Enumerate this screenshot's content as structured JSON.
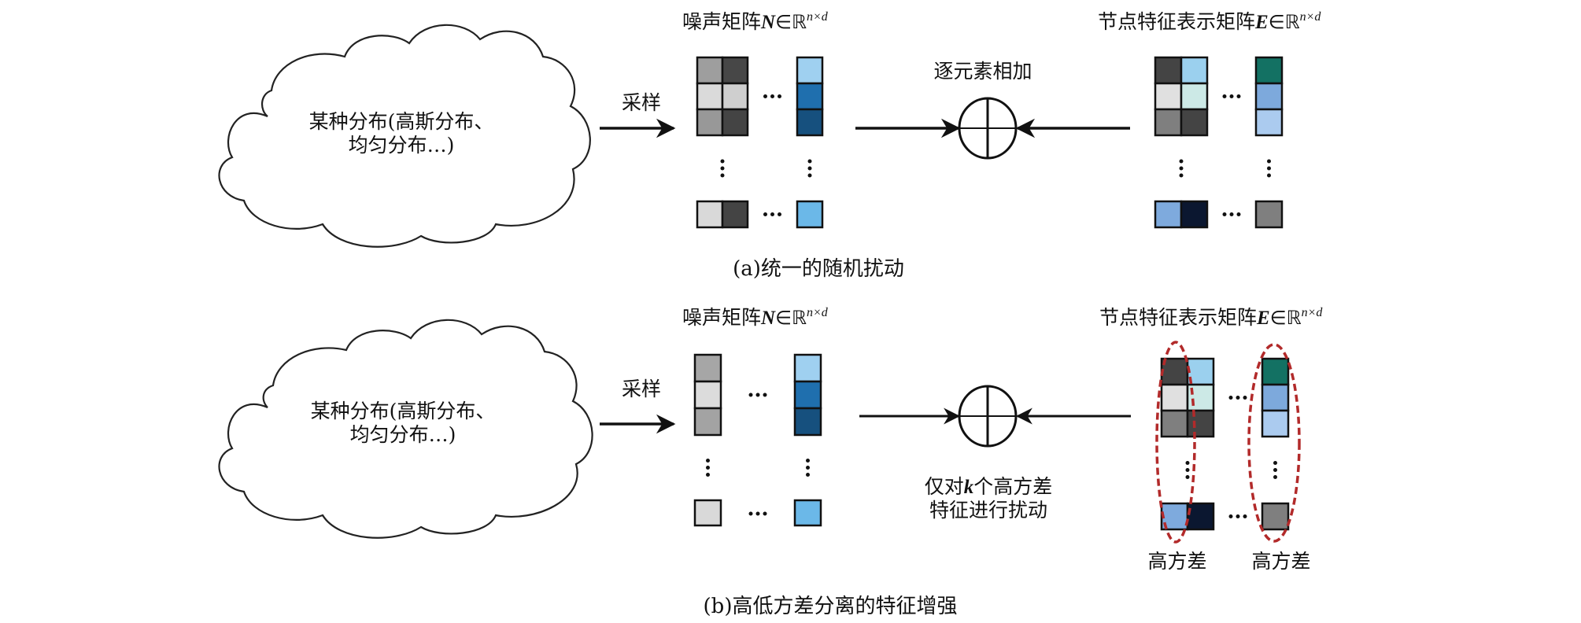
{
  "panels": [
    {
      "id": "a",
      "caption": "(a)统一的随机扰动",
      "cloud_text_line1": "某种分布(高斯分布、",
      "cloud_text_line2": "均匀分布…)",
      "sample_label": "采样",
      "noise_title": {
        "prefix": "噪声矩阵",
        "symbol": "N",
        "in": "∈",
        "set": "ℝ",
        "sup": "n×d"
      },
      "feature_title": {
        "prefix": "节点特征表示矩阵",
        "symbol": "E",
        "in": "∈",
        "set": "ℝ",
        "sup": "n×d"
      },
      "op_label": "逐元素相加",
      "noise_matrix": {
        "top_left": [
          [
            "#9e9e9e",
            "#474747"
          ],
          [
            "#dadada",
            "#cfcfcf"
          ],
          [
            "#989898",
            "#444444"
          ]
        ],
        "top_right": [
          "#9fd0f0",
          "#1f6fae",
          "#16507e"
        ],
        "bottom_left": [
          "#d9d9d9",
          "#444444"
        ],
        "bottom_right": "#6bb8e8"
      },
      "feature_matrix": {
        "top_left": [
          [
            "#444444",
            "#9bd0ee"
          ],
          [
            "#e0e0e0",
            "#cce9e6"
          ],
          [
            "#7f7f7f",
            "#444444"
          ]
        ],
        "top_right": [
          "#137163",
          "#7da9dc",
          "#abcbef"
        ],
        "bottom_left": [
          "#7eaadd",
          "#0b1730"
        ],
        "bottom_right": "#7f7f7f"
      }
    },
    {
      "id": "b",
      "caption": "(b)高低方差分离的特征增强",
      "cloud_text_line1": "某种分布(高斯分布、",
      "cloud_text_line2": "均匀分布…)",
      "sample_label": "采样",
      "noise_title": {
        "prefix": "噪声矩阵",
        "symbol": "N",
        "in": "∈",
        "set": "ℝ",
        "sup": "n×d"
      },
      "feature_title": {
        "prefix": "节点特征表示矩阵",
        "symbol": "E",
        "in": "∈",
        "set": "ℝ",
        "sup": "n×d"
      },
      "op_label_line1_a": "仅对",
      "op_label_line1_k": "k",
      "op_label_line1_b": "个高方差",
      "op_label_line2": "特征进行扰动",
      "high_variance_label": "高方差",
      "noise_matrix": {
        "top_left": [
          "#a6a6a6",
          "#dcdcdc",
          "#a3a3a3"
        ],
        "top_right": [
          "#9fd0f0",
          "#1f6fae",
          "#16507e"
        ],
        "bottom_left": "#d9d9d9",
        "bottom_right": "#6bb8e8"
      },
      "feature_matrix": {
        "top_left": [
          [
            "#444444",
            "#9bd0ee"
          ],
          [
            "#e0e0e0",
            "#cce9e6"
          ],
          [
            "#7f7f7f",
            "#444444"
          ]
        ],
        "top_right": [
          "#137163",
          "#7da9dc",
          "#abcbef"
        ],
        "bottom_left": [
          "#7eaadd",
          "#0b1730"
        ],
        "bottom_right": "#7f7f7f"
      }
    }
  ],
  "glyphs": {
    "hdots": "•••",
    "vdots": "⋮"
  },
  "colors": {
    "highlight_ellipse": "#b22a2a",
    "stroke": "#111111"
  }
}
